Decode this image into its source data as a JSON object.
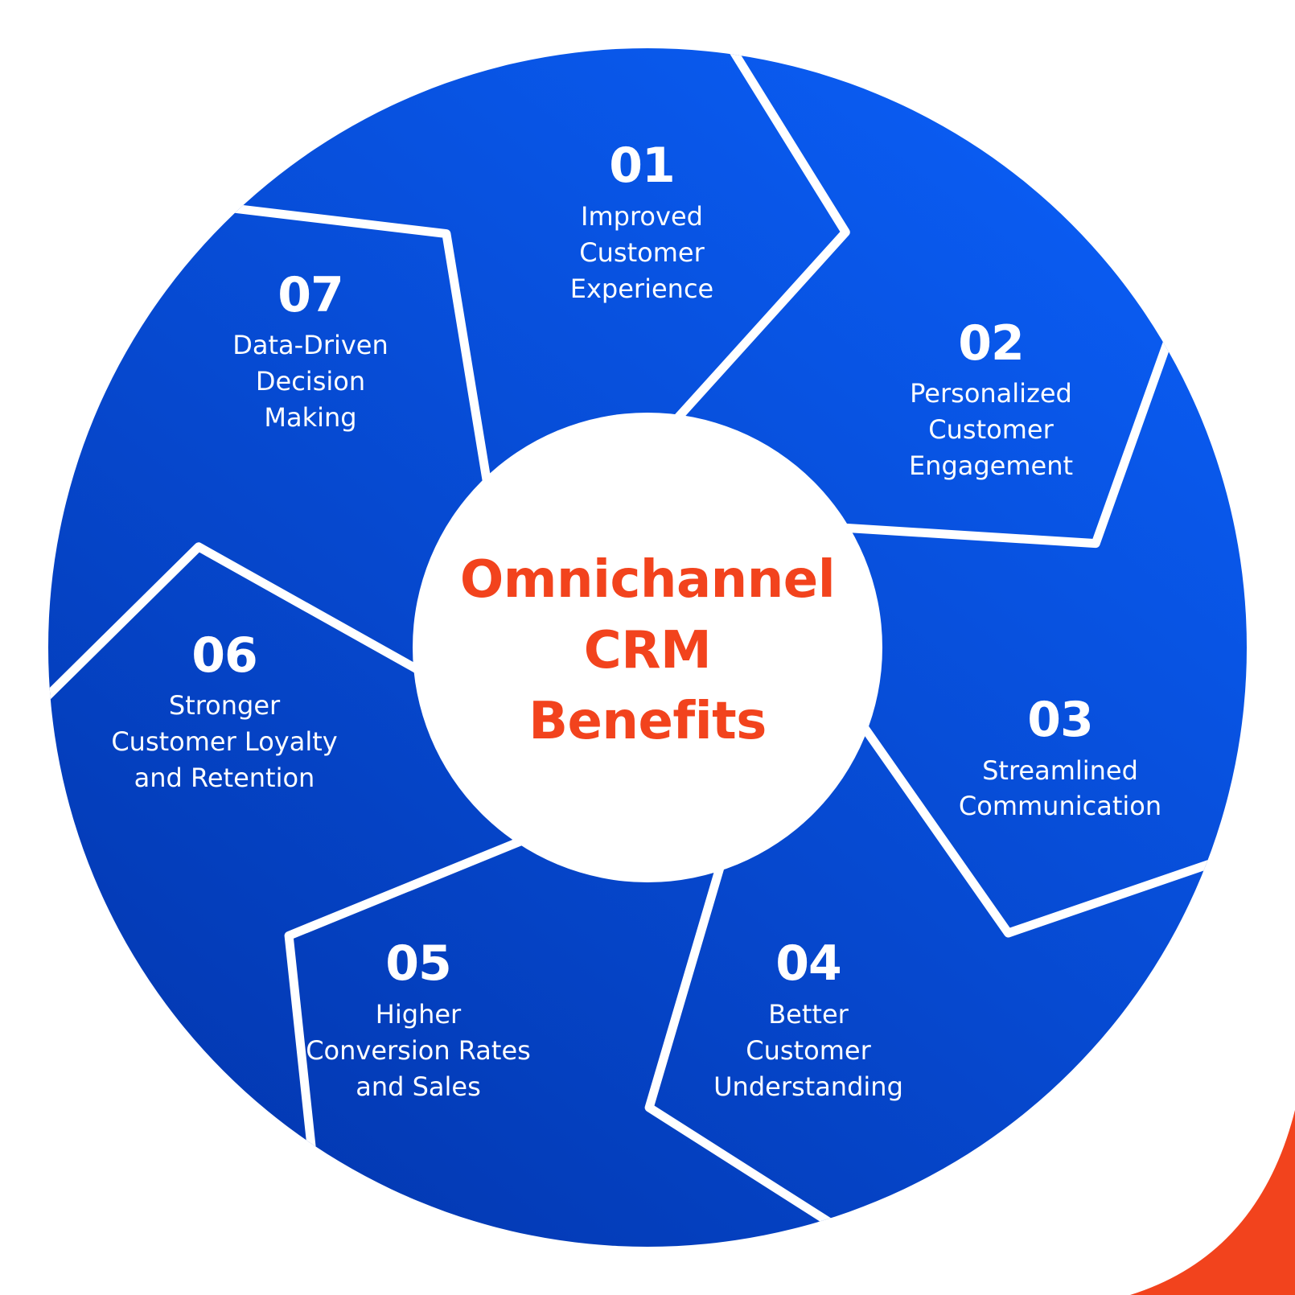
{
  "colors": {
    "segment_fill": "#0448d4",
    "segment_fill_light": "#0a5cf2",
    "segment_fill_dark": "#0339b3",
    "divider": "#ffffff",
    "center_fill": "#ffffff",
    "center_text": "#f2431d",
    "corner_accent": "#f2431d"
  },
  "center": {
    "lines": [
      "Omnichannel",
      "CRM",
      "Benefits"
    ]
  },
  "segments": [
    {
      "number": "01",
      "lines": [
        "Improved",
        "Customer",
        "Experience"
      ]
    },
    {
      "number": "02",
      "lines": [
        "Personalized",
        "Customer",
        "Engagement"
      ]
    },
    {
      "number": "03",
      "lines": [
        "Streamlined",
        "Communication"
      ]
    },
    {
      "number": "04",
      "lines": [
        "Better",
        "Customer",
        "Understanding"
      ]
    },
    {
      "number": "05",
      "lines": [
        "Higher",
        "Conversion Rates",
        "and Sales"
      ]
    },
    {
      "number": "06",
      "lines": [
        "Stronger",
        "Customer Loyalty",
        "and Retention"
      ]
    },
    {
      "number": "07",
      "lines": [
        "Data-Driven",
        "Decision",
        "Making"
      ]
    }
  ]
}
